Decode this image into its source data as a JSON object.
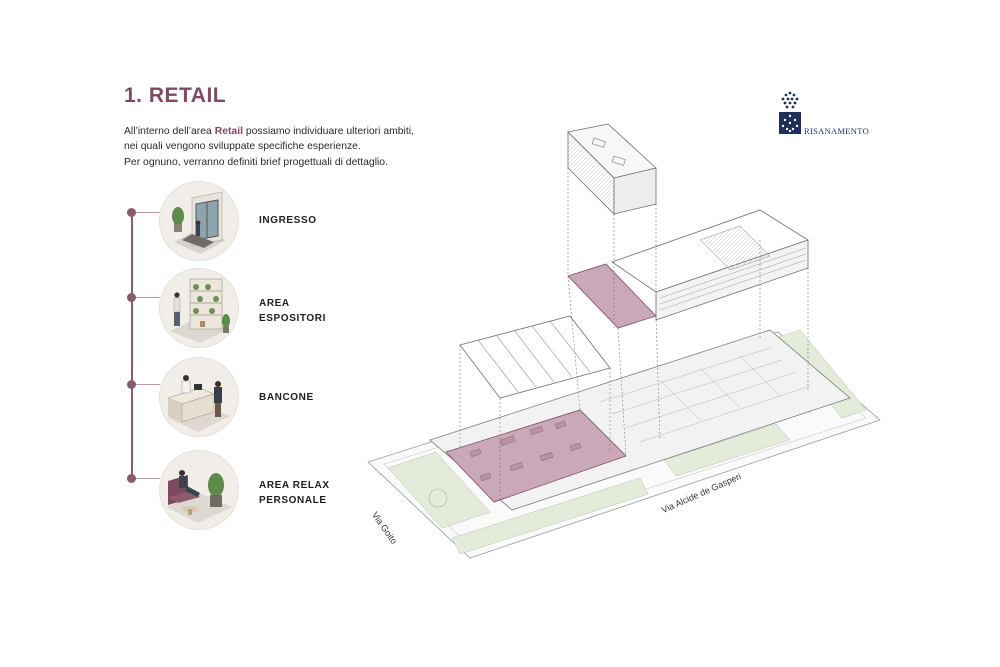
{
  "header": {
    "title": "1. RETAIL"
  },
  "intro": {
    "line1_before": "All’interno dell’area ",
    "line1_highlight": "Retail",
    "line1_after": " possiamo individuare ulteriori ambiti,",
    "line2": "nei quali vengono sviluppate specifiche esperienze.",
    "line3": "Per ognuno, verranno definiti brief progettuali di dettaglio."
  },
  "ambiti": [
    {
      "label": "INGRESSO",
      "icon": "entrance-illustration"
    },
    {
      "label": "AREA\nESPOSITORI",
      "icon": "display-shelves-illustration"
    },
    {
      "label": "BANCONE",
      "icon": "reception-desk-illustration"
    },
    {
      "label": "AREA RELAX\nPERSONALE",
      "icon": "relax-lounge-illustration"
    }
  ],
  "logo": {
    "text": "RISANAMENTO",
    "icon": "risanamento-logo-icon"
  },
  "map": {
    "street_1": "Via Goito",
    "street_2": "Via Alcide de Gasperi"
  },
  "colors": {
    "accent": "#7e4b63",
    "highlight_area": "#c9a9b8",
    "logo_blue": "#1f2f5a",
    "green_area": "#dfe8d3"
  }
}
